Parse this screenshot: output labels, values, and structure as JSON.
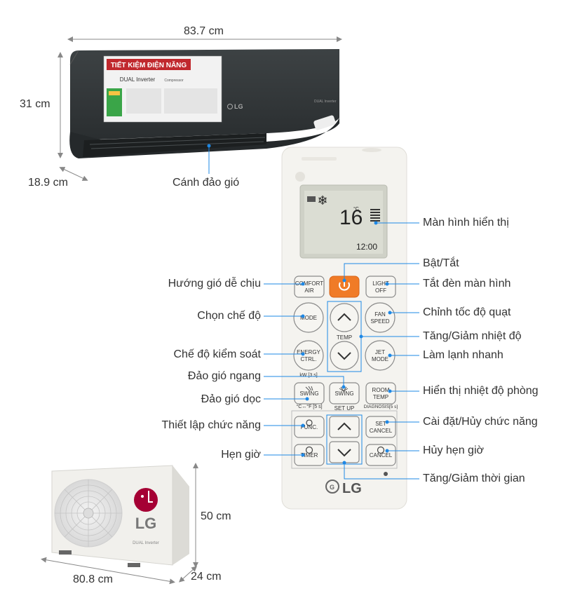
{
  "dimensions": {
    "indoor_width": "83.7 cm",
    "indoor_height": "31 cm",
    "indoor_depth": "18.9 cm",
    "outdoor_width": "80.8 cm",
    "outdoor_height": "50 cm",
    "outdoor_depth": "24 cm"
  },
  "indoor_unit": {
    "energy_label": "TIẾT KIỆM ĐIỆN NĂNG",
    "tech": "DUAL Inverter",
    "tech_suffix": "Compressor",
    "brand": "LG",
    "side_badge": "DUAL Inverter"
  },
  "outdoor_unit": {
    "brand": "LG",
    "tech": "DUAL Inverter"
  },
  "labels": {
    "canh_dao_gio": "Cánh đảo gió",
    "man_hinh": "Màn hình hiển thị",
    "bat_tat": "Bật/Tắt",
    "huong_gio": "Hướng gió dễ chịu",
    "tat_den": "Tắt đèn màn hình",
    "chon_che_do": "Chọn chế độ",
    "chinh_toc_do": "Chỉnh tốc độ quạt",
    "tang_giam_nhiet": "Tăng/Giảm nhiệt độ",
    "che_do_kiem_soat": "Chế độ kiểm soát",
    "lam_lanh": "Làm lạnh nhanh",
    "dao_gio_ngang": "Đảo gió ngang",
    "dao_gio_doc": "Đảo gió dọc",
    "hien_thi_nhiet": "Hiển thị nhiệt độ phòng",
    "thiet_lap": "Thiết lập chức năng",
    "cai_dat": "Cài đặt/Hủy chức năng",
    "hen_gio": "Hẹn giờ",
    "huy_hen_gio": "Hủy hẹn giờ",
    "tang_giam_thoi_gian": "Tăng/Giảm thời gian"
  },
  "remote": {
    "display_temp": "16",
    "display_unit": "°C",
    "display_time": "12:00",
    "brand": "LG",
    "buttons": {
      "comfort_air": [
        "COMFORT",
        "AIR"
      ],
      "light_off": [
        "LIGHT",
        "OFF"
      ],
      "mode": [
        "MODE"
      ],
      "fan_speed": [
        "FAN",
        "SPEED"
      ],
      "temp": "TEMP",
      "energy_ctrl": [
        "ENERGY",
        "CTRL."
      ],
      "kw_hint": "kW [3 s]",
      "jet_mode": [
        "JET",
        "MODE"
      ],
      "swing_v": [
        "SWING"
      ],
      "swing_h": [
        "SWING"
      ],
      "room_temp": [
        "ROOM",
        "TEMP"
      ],
      "cf_hint": "°C↔°F [5 s]",
      "diagnosis_hint": "DIAGNOSIS[5 s]",
      "set_up": "SET UP",
      "func": [
        "FUNC."
      ],
      "set_cancel": [
        "SET",
        "CANCEL"
      ],
      "timer": [
        "TIMER"
      ],
      "cancel": [
        "CANCEL"
      ]
    }
  },
  "colors": {
    "unit_body": "#33383a",
    "power_button": "#f07b27",
    "callout_line": "#1e88e5",
    "remote_body": "#f4f3ef"
  }
}
